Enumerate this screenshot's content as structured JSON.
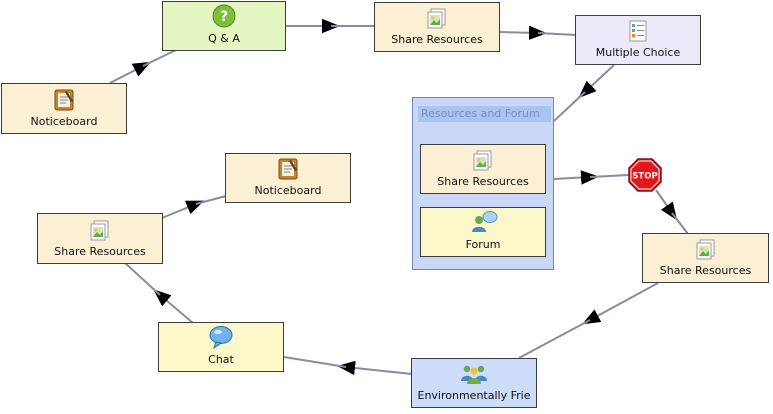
{
  "nodes": {
    "noticeboard_1": {
      "label": "Noticeboard",
      "icon": "noticeboard-icon"
    },
    "qa": {
      "label": "Q & A",
      "icon": "question-icon"
    },
    "share_resources_1": {
      "label": "Share Resources",
      "icon": "share-resources-icon"
    },
    "multiple_choice": {
      "label": "Multiple Choice",
      "icon": "multiple-choice-icon"
    },
    "group": {
      "title": "Resources and Forum",
      "share_resources": {
        "label": "Share Resources",
        "icon": "share-resources-icon"
      },
      "forum": {
        "label": "Forum",
        "icon": "forum-icon"
      }
    },
    "stop": {
      "label": "STOP",
      "icon": "stop-sign-icon"
    },
    "share_resources_3": {
      "label": "Share Resources",
      "icon": "share-resources-icon"
    },
    "environmentally": {
      "label": "Environmentally Frie",
      "icon": "group-icon"
    },
    "chat": {
      "label": "Chat",
      "icon": "chat-icon"
    },
    "share_resources_4": {
      "label": "Share Resources",
      "icon": "share-resources-icon"
    },
    "noticeboard_2": {
      "label": "Noticeboard",
      "icon": "noticeboard-icon"
    }
  },
  "colors": {
    "beige": "#fcf0d4",
    "green": "#e5f6c3",
    "lavender": "#eceaf8",
    "yellow": "#fdf8c9",
    "blue": "#cddcf9",
    "group": "#c8d8f6",
    "connector": "#8a8aa6",
    "stop": "#e2161b"
  }
}
